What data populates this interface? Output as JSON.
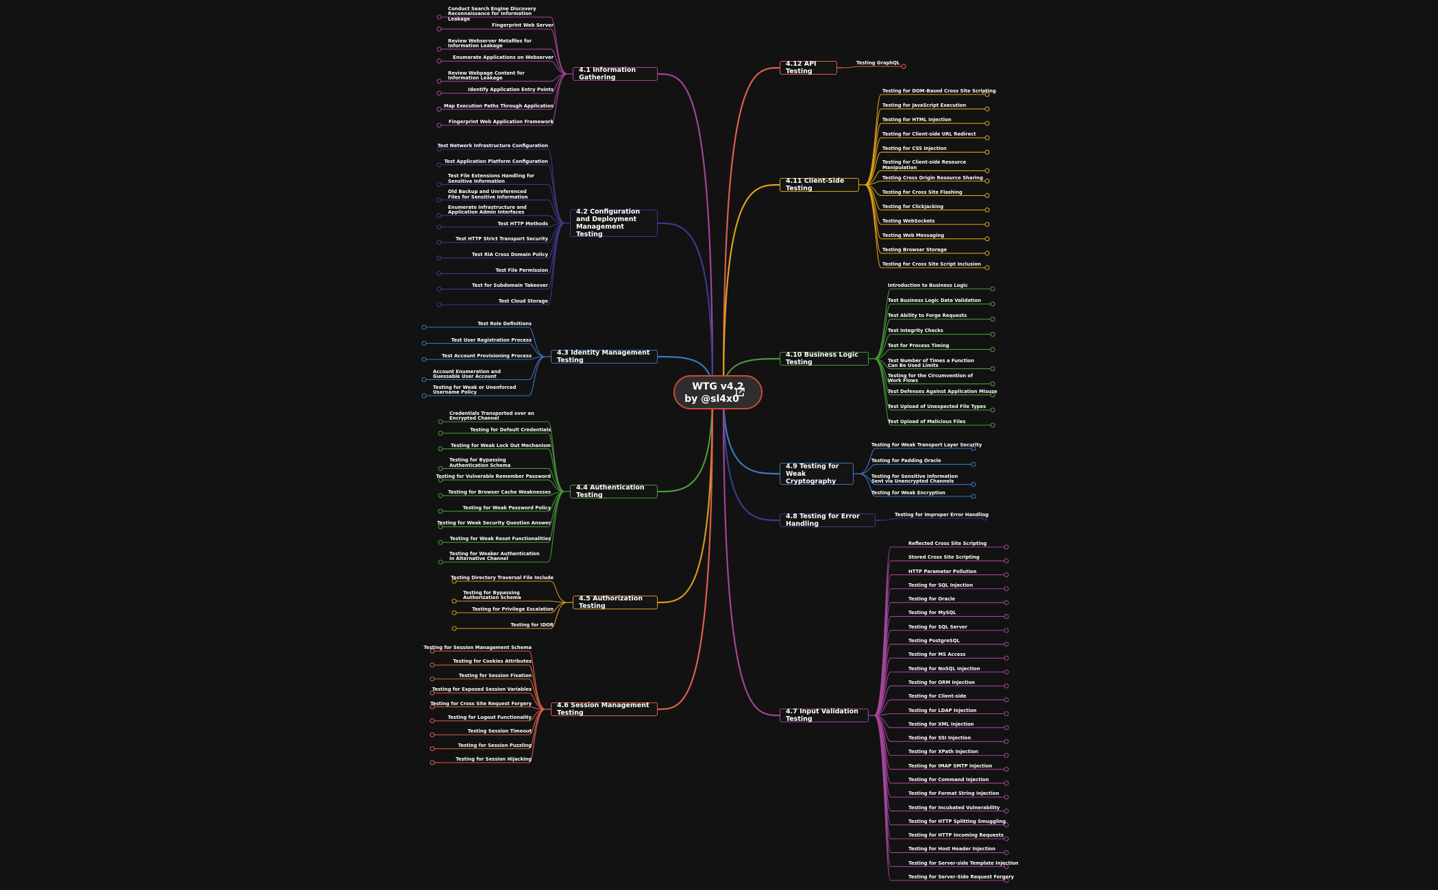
{
  "root": {
    "line1": "WTG v4.2",
    "line2": "by @sl4x0",
    "link_icon": "external-link-icon",
    "color": "#d44b2c"
  },
  "branches": [
    {
      "id": "b41",
      "side": "left",
      "label": "4.1 Information Gathering",
      "color": "#a3459a",
      "leaves": [
        "Conduct Search Engine Discovery Reconnaissance for Information Leakage",
        "Fingerprint Web Server",
        "Review Webserver Metafiles for Information Leakage",
        "Enumerate Applications on Webserver",
        "Review Webpage Content for Information Leakage",
        "Identify Application Entry Points",
        "Map Execution Paths Through Application",
        "Fingerprint Web Application Framework"
      ]
    },
    {
      "id": "b42",
      "side": "left",
      "label": "4.2 Configuration and Deployment Management Testing",
      "color": "#3d3a8c",
      "leaves": [
        "Test Network Infrastructure Configuration",
        "Test Application Platform Configuration",
        "Test File Extensions Handling for Sensitive Information",
        "Old Backup and Unreferenced Files for Sensitive Information",
        "Enumerate Infrastructure and Application Admin Interfaces",
        "Test HTTP Methods",
        "Test HTTP Strict Transport Security",
        "Test RIA Cross Domain Policy",
        "Test File Permission",
        "Test for Subdomain Takeover",
        "Test Cloud Storage"
      ]
    },
    {
      "id": "b43",
      "side": "left",
      "label": "4.3 Identity Management Testing",
      "color": "#3d78c4",
      "leaves": [
        "Test Role Definitions",
        "Test User Registration Process",
        "Test Account Provisioning Process",
        "Account Enumeration and Guessable User Account",
        "Testing for Weak or Unenforced Username Policy"
      ]
    },
    {
      "id": "b44",
      "side": "left",
      "label": "4.4 Authentication Testing",
      "color": "#4a9a3a",
      "leaves": [
        "Credentials Transported over an Encrypted Channel",
        "Testing for Default Credentials",
        "Testing for Weak Lock Out Mechanism",
        "Testing for Bypassing Authentication Schema",
        "Testing for Vulnerable Remember Password",
        "Testing for Browser Cache Weaknesses",
        "Testing for Weak Password Policy",
        "Testing for Weak Security Question Answer",
        "Testing for Weak Reset Functionalities",
        "Testing for Weaker Authentication in Alternative Channel"
      ]
    },
    {
      "id": "b45",
      "side": "left",
      "label": "4.5 Authorization Testing",
      "color": "#d99a1e",
      "leaves": [
        "Testing Directory Traversal File Include",
        "Testing for Bypassing Authorization Schema",
        "Testing for Privilege Escalation",
        "Testing for IDOR"
      ]
    },
    {
      "id": "b46",
      "side": "left",
      "label": "4.6 Session Management Testing",
      "color": "#e0604a",
      "leaves": [
        "Testing for Session Management Schema",
        "Testing for Cookies Attributes",
        "Testing for Session Fixation",
        "Testing for Exposed Session Variables",
        "Testing for Cross Site Request Forgery",
        "Testing for Logout Functionality",
        "Testing Session Timeout",
        "Testing for Session Puzzling",
        "Testing for Session Hijacking"
      ]
    },
    {
      "id": "b412",
      "side": "right",
      "label": "4.12 API Testing",
      "color": "#e0604a",
      "leaves": [
        "Testing GraphQL"
      ]
    },
    {
      "id": "b411",
      "side": "right",
      "label": "4.11 Client-Side Testing",
      "color": "#e3a21a",
      "leaves": [
        "Testing for DOM-Based Cross Site Scripting",
        "Testing for JavaScript Execution",
        "Testing for HTML Injection",
        "Testing for Client-side URL Redirect",
        "Testing for CSS Injection",
        "Testing for Client-side Resource Manipulation",
        "Testing Cross Origin Resource Sharing",
        "Testing for Cross Site Flashing",
        "Testing for Clickjacking",
        "Testing WebSockets",
        "Testing Web Messaging",
        "Testing Browser Storage",
        "Testing for Cross Site Script Inclusion"
      ]
    },
    {
      "id": "b410",
      "side": "right",
      "label": "4.10 Business Logic Testing",
      "color": "#4a9a3a",
      "leaves": [
        "Introduction to Business Logic",
        "Test Business Logic Data Validation",
        "Test Ability to Forge Requests",
        "Test Integrity Checks",
        "Test for Process Timing",
        "Test Number of Times a Function Can Be Used Limits",
        "Testing for the Circumvention of Work Flows",
        "Test Defenses Against Application Misuse",
        "Test Upload of Unexpected File Types",
        "Test Upload of Malicious Files"
      ]
    },
    {
      "id": "b49",
      "side": "right",
      "label": "4.9 Testing for Weak Cryptography",
      "color": "#3d78c4",
      "leaves": [
        "Testing for Weak Transport Layer Security",
        "Testing for Padding Oracle",
        "Testing for Sensitive Information Sent via Unencrypted Channels",
        "Testing for Weak Encryption"
      ]
    },
    {
      "id": "b48",
      "side": "right",
      "label": "4.8 Testing for Error Handling",
      "color": "#3d3a8c",
      "leaves": [
        "Testing for Improper Error Handling"
      ]
    },
    {
      "id": "b47",
      "side": "right",
      "label": "4.7 Input Validation Testing",
      "color": "#a3459a",
      "leaves": [
        "Reflected Cross Site Scripting",
        "Stored Cross Site Scripting",
        "HTTP Parameter Pollution",
        "Testing for SQL Injection",
        "Testing for Oracle",
        "Testing for MySQL",
        "Testing for SQL Server",
        "Testing PostgreSQL",
        "Testing for MS Access",
        "Testing for NoSQL Injection",
        "Testing for ORM Injection",
        "Testing for Client-side",
        "Testing for LDAP Injection",
        "Testing for XML Injection",
        "Testing for SSI Injection",
        "Testing for XPath Injection",
        "Testing for IMAP SMTP Injection",
        "Testing for Command Injection",
        "Testing for Format String Injection",
        "Testing for Incubated Vulnerability",
        "Testing for HTTP Splitting Smuggling",
        "Testing for HTTP Incoming Requests",
        "Testing for Host Header Injection",
        "Testing for Server-side Template Injection",
        "Testing for Server-Side Request Forgery"
      ]
    }
  ]
}
